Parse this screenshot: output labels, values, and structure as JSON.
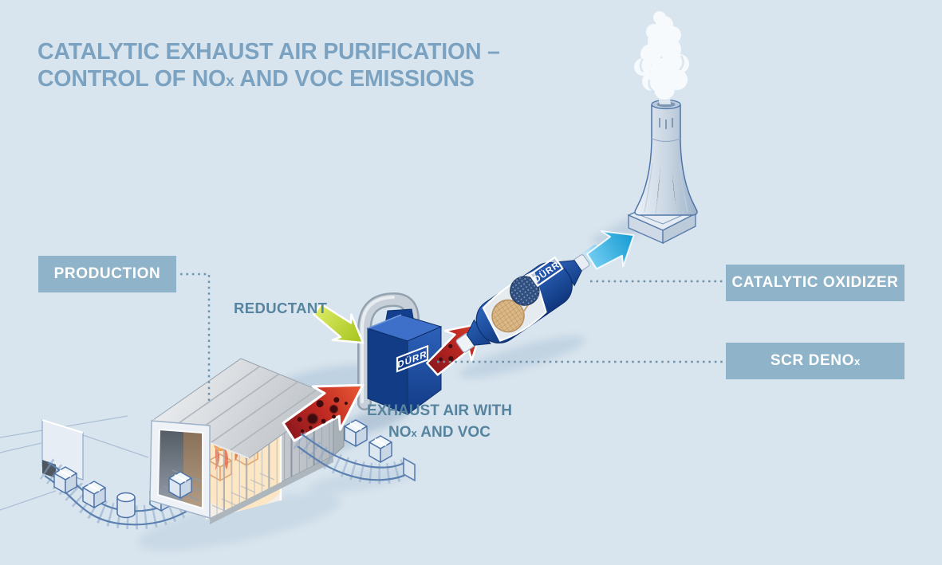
{
  "title": {
    "line1": "CATALYTIC EXHAUST AIR PURIFICATION –",
    "line2_pre": "CONTROL OF NO",
    "line2_sub": "x",
    "line2_post": " AND VOC EMISSIONS"
  },
  "labels": {
    "production": "PRODUCTION",
    "reductant": "REDUCTANT",
    "exhaust_line1": "EXHAUST AIR WITH",
    "exhaust_line2_pre": "NO",
    "exhaust_line2_sub": "x",
    "exhaust_line2_post": " AND VOC",
    "catalytic_oxidizer": "CATALYTIC OXIDIZER",
    "scr_pre": "SCR DENO",
    "scr_sub": "x"
  },
  "brand": {
    "logo_text": "DÜRR"
  },
  "colors": {
    "background": "#d9e5ee",
    "title_text": "#7ba3c1",
    "label_box_bg": "#8fb3c9",
    "label_box_text": "#ffffff",
    "annotation_text": "#56849f",
    "duerr_blue": "#1b4da1",
    "red_arrow": "#d23527",
    "green_arrow": "#b8d434",
    "cyan_arrow": "#29abe2",
    "dotted_line": "#6f93ab"
  }
}
